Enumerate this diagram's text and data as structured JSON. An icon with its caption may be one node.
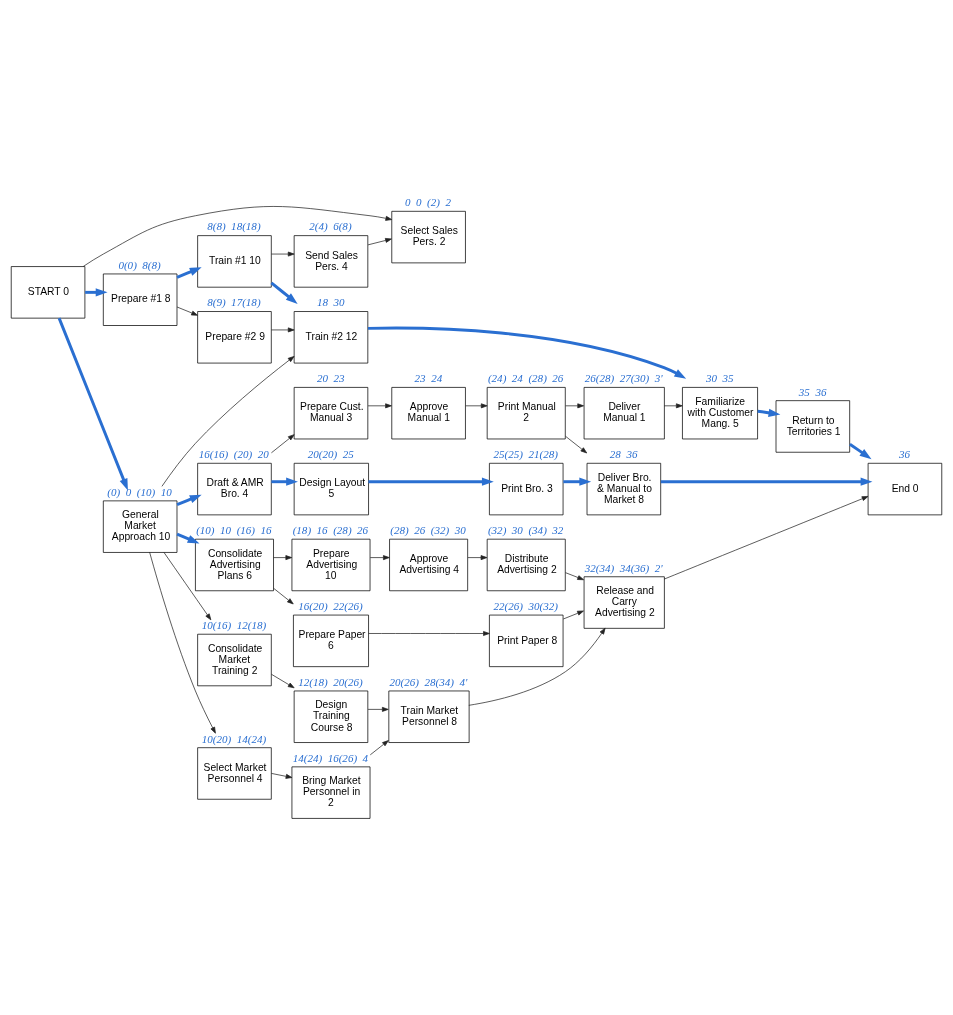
{
  "diagram": {
    "nodes": [
      {
        "text": [
          "Select Sales Pers. 2"
        ],
        "beside": [
          "0",
          "0",
          "(2)",
          "2"
        ]
      },
      {
        "text": [
          "Send Sales Pers. 4"
        ],
        "beside": [
          "2(4)",
          "6(8)"
        ]
      },
      {
        "text": [
          "Prepare #1 8"
        ],
        "beside": [
          "0(0)",
          "8(8)"
        ]
      },
      {
        "text": [
          "Train #1 10"
        ],
        "beside": [
          "8(8)",
          "18(18)"
        ]
      },
      {
        "text": [
          "Train #2 12"
        ],
        "beside": [
          "18",
          "30"
        ]
      },
      {
        "text": [
          "Familiarize with Customer Mang. 5"
        ],
        "beside": [
          "30",
          "35"
        ]
      },
      {
        "text": [
          "Return to Territories 1"
        ],
        "beside": [
          "35",
          "36"
        ]
      },
      {
        "text": [
          "Prepare #2 9"
        ],
        "beside": [
          "8(9)",
          "17(18)"
        ]
      },
      {
        "text": [
          "Prepare Cust. Manual 3"
        ],
        "beside": [
          "20",
          "23"
        ]
      },
      {
        "text": [
          "Approve Manual 1"
        ],
        "beside": [
          "23",
          "24"
        ]
      },
      {
        "text": [
          "Print Manual 2"
        ],
        "beside": [
          "(24)",
          "24",
          "(28)",
          "26"
        ]
      },
      {
        "text": [
          "Deliver Manual 1"
        ],
        "beside": [
          "26(28)",
          "27(30)",
          "3'"
        ]
      },
      {
        "text": [
          "Draft & AMR Bro. 4"
        ],
        "beside": [
          "16(16)",
          "(20)",
          "20"
        ]
      },
      {
        "text": [
          "Design Layout 5"
        ],
        "beside": [
          "20(20)",
          "25"
        ]
      },
      {
        "text": [
          "Print Bro. 3"
        ],
        "beside": [
          "25(25)",
          "21(28)"
        ]
      },
      {
        "text": [
          "Deliver Bro. & Manual to Market 8"
        ],
        "beside": [
          "28",
          "36"
        ]
      },
      {
        "text": [
          "START 0"
        ]
      },
      {
        "text": [
          "General Market Approach 10"
        ],
        "beside": [
          "(0)",
          "0",
          "(10)",
          "10"
        ]
      },
      {
        "text": [
          "Consolidate Advertising Plans 6"
        ],
        "beside": [
          "(10)",
          "10",
          "(16)",
          "16"
        ]
      },
      {
        "text": [
          "Prepare Advertising 10"
        ],
        "beside": [
          "(18)",
          "16",
          "(28)",
          "26"
        ]
      },
      {
        "text": [
          "Approve Advertising 4"
        ],
        "beside": [
          "(28)",
          "26",
          "(32)",
          "30"
        ]
      },
      {
        "text": [
          "Distribute Advertising 2"
        ],
        "beside": [
          "(32)",
          "30",
          "(34)",
          "32"
        ]
      },
      {
        "text": [
          "Release and Carry Advertising 2"
        ],
        "beside": [
          "32(34)",
          "34(36)",
          "2'"
        ]
      },
      {
        "text": [
          "End 0"
        ],
        "beside": [
          "36"
        ]
      },
      {
        "text": [
          "Prepare Paper 6"
        ],
        "beside": [
          "16(20)",
          "22(26)"
        ]
      },
      {
        "text": [
          "Print Paper 8"
        ],
        "beside": [
          "22(26)",
          "30(32)"
        ]
      },
      {
        "text": [
          "Consolidate Market Training 2"
        ],
        "beside": [
          "10(16)",
          "12(18)"
        ]
      },
      {
        "text": [
          "Design Training Course 8"
        ],
        "beside": [
          "12(18)",
          "20(26)"
        ]
      },
      {
        "text": [
          "Train Market Personnel 8"
        ],
        "beside": [
          "20(26)",
          "28(34)",
          "4'"
        ]
      },
      {
        "text": [
          "Select Market Personnel 4"
        ],
        "beside": [
          "10(20)",
          "14(24)"
        ]
      },
      {
        "text": [
          "Bring Market Personnel in 2"
        ],
        "beside": [
          "14(24)",
          "16(26)",
          "4"
        ]
      }
    ],
    "edges": [
      {
        "from": 16,
        "to": 0,
        "arrow": "to"
      },
      {
        "from": 1,
        "to": 0,
        "arrow": "to"
      },
      {
        "from": 3,
        "to": 1,
        "arrow": "to"
      },
      {
        "from": 16,
        "to": 2,
        "arrow": "to",
        "style": "thick",
        "color": "#2a6fd1"
      },
      {
        "from": 2,
        "to": 3,
        "arrow": "to",
        "style": "thick",
        "color": "#2a6fd1"
      },
      {
        "from": 2,
        "to": 7,
        "arrow": "to"
      },
      {
        "from": 3,
        "to": 4,
        "arrow": "to",
        "style": "thick",
        "color": "#2a6fd1"
      },
      {
        "from": 7,
        "to": 4,
        "arrow": "to"
      },
      {
        "from": 17,
        "to": 4,
        "arrow": "to"
      },
      {
        "from": 4,
        "to": 5,
        "arrow": "to",
        "style": "thick",
        "color": "#2a6fd1"
      },
      {
        "from": 5,
        "to": 6,
        "arrow": "to",
        "style": "thick",
        "color": "#2a6fd1"
      },
      {
        "from": 11,
        "to": 5,
        "arrow": "to"
      },
      {
        "from": 6,
        "to": 23,
        "arrow": "to",
        "style": "thick",
        "color": "#2a6fd1"
      },
      {
        "from": 8,
        "to": 9,
        "arrow": "to"
      },
      {
        "from": 9,
        "to": 10,
        "arrow": "to"
      },
      {
        "from": 10,
        "to": 11,
        "arrow": "to"
      },
      {
        "from": 10,
        "to": 15,
        "arrow": "to"
      },
      {
        "from": 12,
        "to": 8,
        "arrow": "to"
      },
      {
        "from": 12,
        "to": 13,
        "arrow": "to",
        "style": "thick",
        "color": "#2a6fd1"
      },
      {
        "from": 13,
        "to": 14,
        "arrow": "to",
        "style": "thick",
        "color": "#2a6fd1"
      },
      {
        "from": 14,
        "to": 15,
        "arrow": "to",
        "style": "thick",
        "color": "#2a6fd1"
      },
      {
        "from": 15,
        "to": 23,
        "arrow": "to",
        "style": "thick",
        "color": "#2a6fd1"
      },
      {
        "from": 16,
        "to": 17,
        "arrow": "to",
        "style": "thick",
        "color": "#2a6fd1"
      },
      {
        "from": 17,
        "to": 18,
        "arrow": "to",
        "style": "thick",
        "color": "#2a6fd1"
      },
      {
        "from": 17,
        "to": 12,
        "arrow": "to",
        "style": "thick",
        "color": "#2a6fd1"
      },
      {
        "from": 18,
        "to": 19,
        "arrow": "to"
      },
      {
        "from": 18,
        "to": 24,
        "arrow": "to"
      },
      {
        "from": 19,
        "to": 20,
        "arrow": "to"
      },
      {
        "from": 20,
        "to": 21,
        "arrow": "to"
      },
      {
        "from": 21,
        "to": 22,
        "arrow": "to"
      },
      {
        "from": 22,
        "to": 23,
        "arrow": "to"
      },
      {
        "from": 24,
        "to": 25,
        "arrow": "to"
      },
      {
        "from": 25,
        "to": 22,
        "arrow": "to"
      },
      {
        "from": 28,
        "to": 22,
        "arrow": "to"
      },
      {
        "from": 17,
        "to": 26,
        "arrow": "to"
      },
      {
        "from": 17,
        "to": 29,
        "arrow": "to"
      },
      {
        "from": 26,
        "to": 27,
        "arrow": "to"
      },
      {
        "from": 27,
        "to": 28,
        "arrow": "to"
      },
      {
        "from": 29,
        "to": 30,
        "arrow": "to"
      },
      {
        "from": 30,
        "to": 28,
        "arrow": "to"
      }
    ]
  }
}
